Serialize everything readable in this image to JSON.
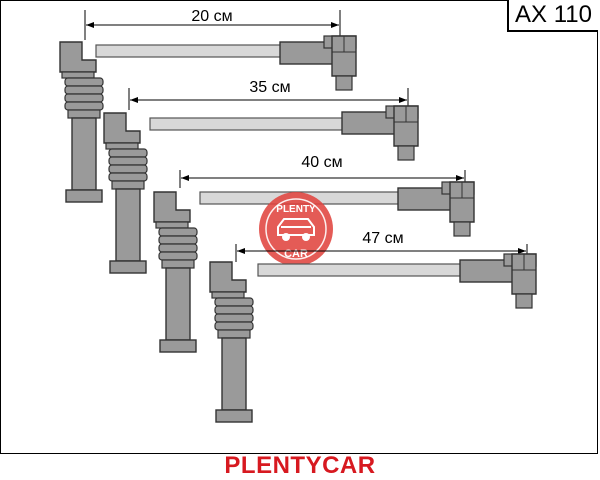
{
  "product_code": "AX 110",
  "brand_footer": "PLENTYCAR",
  "watermark": {
    "top_text": "PLENTY",
    "bottom_text": "CAR",
    "color": "#e0443f",
    "icon": "car-icon"
  },
  "cables": [
    {
      "length_label": "20 см"
    },
    {
      "length_label": "35 см"
    },
    {
      "length_label": "40 см"
    },
    {
      "length_label": "47 см"
    }
  ],
  "colors": {
    "cable_fill": "#9a9a9a",
    "outline": "#333333",
    "footer_text": "#d71920"
  }
}
